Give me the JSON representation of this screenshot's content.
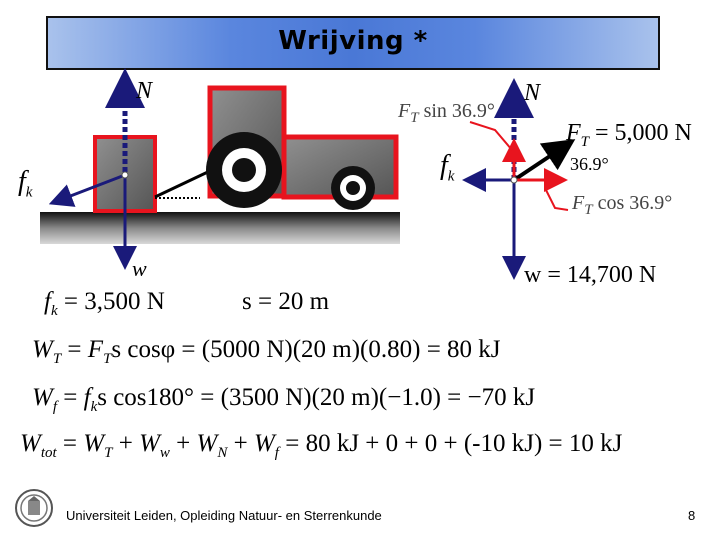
{
  "title": "Wrijving *",
  "diagram_labels": {
    "left_normal": "N",
    "left_friction": "f",
    "left_friction_sub": "k",
    "left_weight": "w",
    "right_normal": "N",
    "right_friction": "f",
    "right_friction_sub": "k",
    "ft_sin": "F",
    "ft_sin_sub": "T",
    "ft_sin_rest": " sin 36.9°",
    "ft_value": "F",
    "ft_value_sub": "T",
    "ft_value_rest": " = 5,000 N",
    "angle": "36.9°",
    "ft_cos": "F",
    "ft_cos_sub": "T",
    "ft_cos_rest": " cos 36.9°",
    "weight_value": "w = 14,700 N"
  },
  "equations": {
    "fk": "f",
    "fk_sub": "k",
    "fk_rest": " = 3,500 N",
    "s": "s = 20 m",
    "wt_lhs": "W",
    "wt_lhs_sub": "T",
    "wt_rhs": " = ",
    "wt_ft": "F",
    "wt_ft_sub": "T",
    "wt_rest": "s cosφ = (5000 N)(20 m)(0.80) = 80 kJ",
    "wf_lhs": "W",
    "wf_lhs_sub": "f",
    "wf_mid": " = ",
    "wf_fk": "f",
    "wf_fk_sub": "k",
    "wf_rest": "s cos180° = (3500 N)(20 m)(−1.0) = −70 kJ",
    "wtot_lhs": "W",
    "wtot_lhs_sub": "tot",
    "wtot_eq": " = ",
    "wtot_w1": "W",
    "wtot_w1_sub": "T",
    "wtot_p1": " + ",
    "wtot_w2": "W",
    "wtot_w2_sub": "w",
    "wtot_p2": " + ",
    "wtot_w3": "W",
    "wtot_w3_sub": "N",
    "wtot_p3": " + ",
    "wtot_w4": "W",
    "wtot_w4_sub": "f",
    "wtot_rest": " = 80 kJ + 0 + 0 + (-10 kJ) = 10 kJ"
  },
  "footer": "Universiteit Leiden, Opleiding Natuur- en Sterrenkunde",
  "page_number": "8",
  "colors": {
    "red": "#e8141e",
    "blue": "#1a1a7a",
    "dark_gray": "#666666"
  }
}
